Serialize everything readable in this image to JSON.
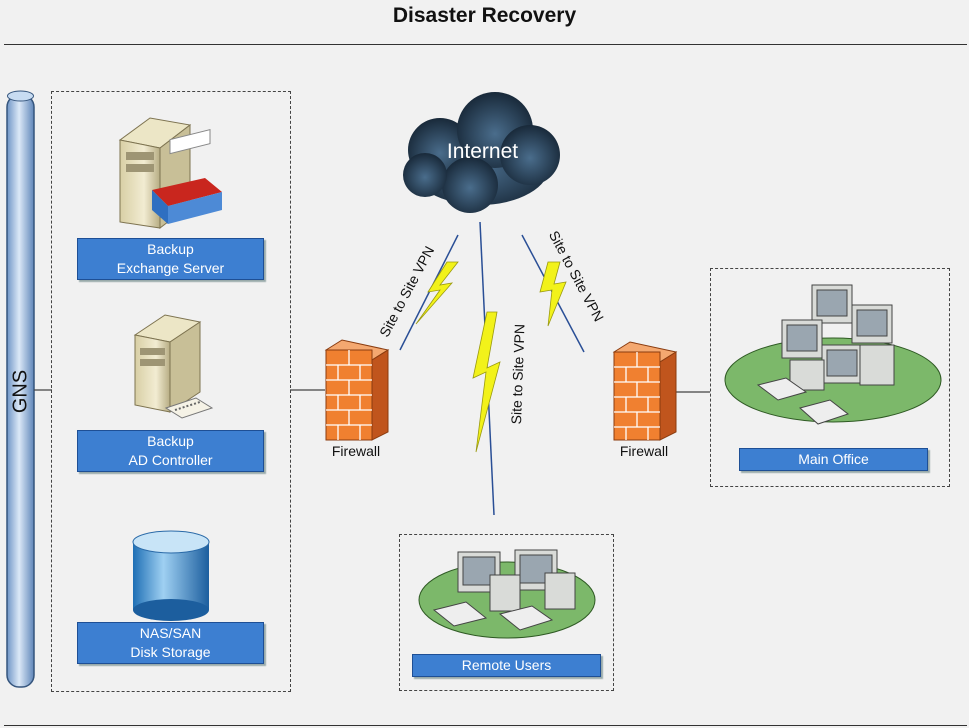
{
  "title": "Disaster Recovery",
  "gns_label": "GNS",
  "cloud_label": "Internet",
  "servers": {
    "exchange": [
      "Backup",
      "Exchange Server"
    ],
    "ad": [
      "Backup",
      "AD Controller"
    ],
    "storage": [
      "NAS/SAN",
      "Disk Storage"
    ]
  },
  "firewall_left": "Firewall",
  "firewall_right": "Firewall",
  "vpn_left": "Site to Site VPN",
  "vpn_center": "Site to Site VPN",
  "vpn_right": "Site to Site VPN",
  "main_office": "Main Office",
  "remote_users": "Remote Users",
  "colors": {
    "label_blue": "#3d7fd1",
    "firewall_orange": "#f08030",
    "lightning_yellow": "#f2f21a",
    "floor_green": "#7cb86a",
    "pipe_blue": "#a9c6e9"
  }
}
